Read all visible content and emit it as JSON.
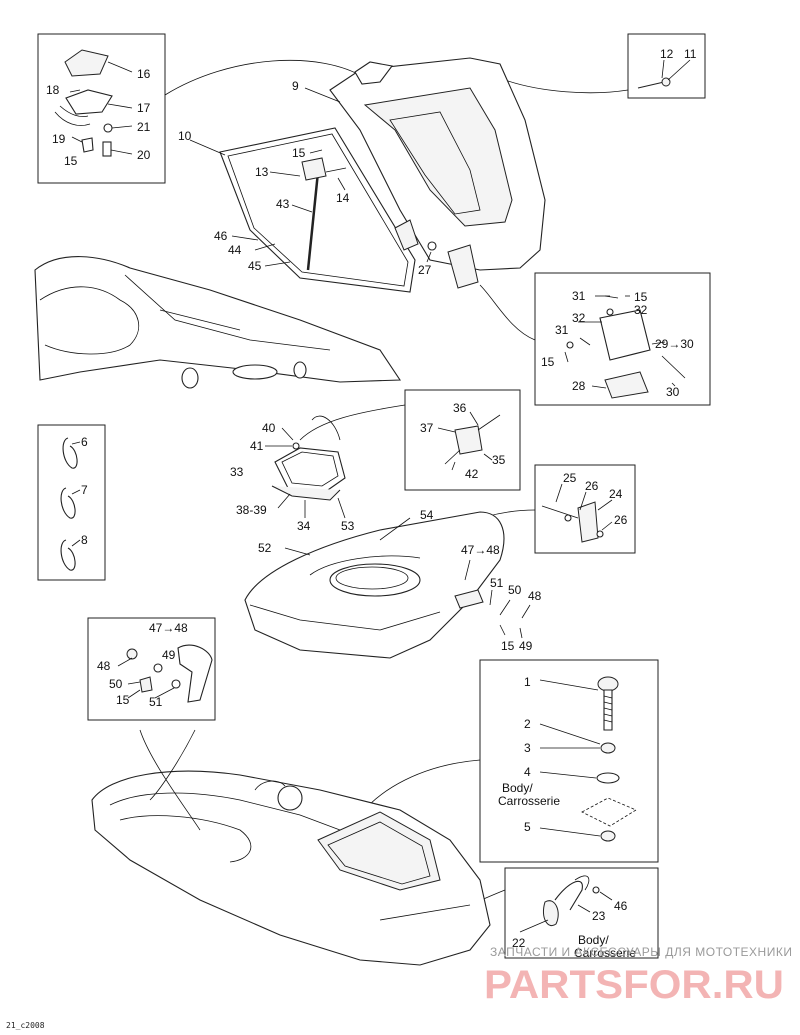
{
  "callouts": {
    "c16": "16",
    "c18": "18",
    "c17": "17",
    "c21": "21",
    "c19": "19",
    "c15a": "15",
    "c20": "20",
    "c9": "9",
    "c10": "10",
    "c12": "12",
    "c11": "11",
    "c15b": "15",
    "c13": "13",
    "c14": "14",
    "c43": "43",
    "c46": "46",
    "c44": "44",
    "c45": "45",
    "c27": "27",
    "c31a": "31",
    "c15c": "15",
    "c32a": "32",
    "c31b": "31",
    "c32b": "32",
    "c15d": "15",
    "c29_30": "29→30",
    "c28": "28",
    "c30": "30",
    "c40": "40",
    "c41": "41",
    "c33": "33",
    "c38_39": "38-39",
    "c34": "34",
    "c53": "53",
    "c36": "36",
    "c37": "37",
    "c35": "35",
    "c42": "42",
    "c25": "25",
    "c26a": "26",
    "c24": "24",
    "c26b": "26",
    "c6": "6",
    "c7": "7",
    "c8": "8",
    "c54": "54",
    "c52": "52",
    "c47_48a": "47→48",
    "c51a": "51",
    "c50a": "50",
    "c48a": "48",
    "c15e": "15",
    "c49a": "49",
    "c47_48b": "47→48",
    "c49b": "49",
    "c48b": "48",
    "c50b": "50",
    "c15f": "15",
    "c51b": "51",
    "c1": "1",
    "c2": "2",
    "c3": "3",
    "c4": "4",
    "body_a": "Body/",
    "carrosserie_a": "Carrosserie",
    "c5": "5",
    "c46b": "46",
    "c23": "23",
    "c22": "22",
    "body_b": "Body/",
    "carrosserie_b": "Carrosserie"
  },
  "drawing_code": "21_c2008",
  "watermark": {
    "tagline": "ЗАПЧАСТИ И АКСЕССУАРЫ ДЛЯ МОТОТЕХНИКИ",
    "brand": "PARTSFOR.RU"
  },
  "colors": {
    "line": "#111111",
    "watermark_text": "#9a9a9a",
    "watermark_brand": "#f2a8a8"
  }
}
